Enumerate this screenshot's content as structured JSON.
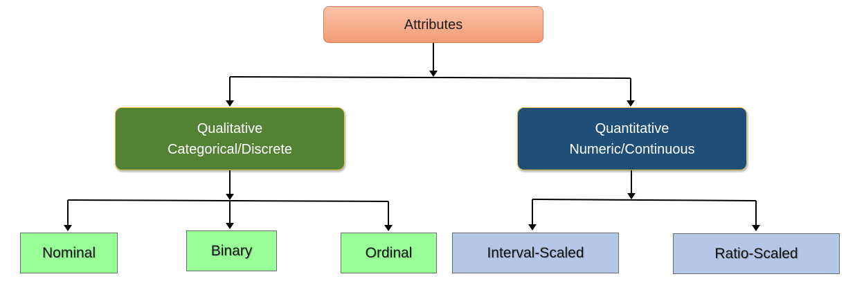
{
  "root": {
    "label": "Attributes"
  },
  "categories": {
    "qualitative": {
      "line1": "Qualitative",
      "line2": "Categorical/Discrete"
    },
    "quantitative": {
      "line1": "Quantitative",
      "line2": "Numeric/Continuous"
    }
  },
  "leaves": {
    "nominal": "Nominal",
    "binary": "Binary",
    "ordinal": "Ordinal",
    "interval_scaled": "Interval-Scaled",
    "ratio_scaled": "Ratio-Scaled"
  },
  "colors": {
    "root_fill": "#f7ae8c",
    "qualitative_fill": "#548235",
    "quantitative_fill": "#1f4e79",
    "qualitative_leaf_fill": "#99ff99",
    "quantitative_leaf_fill": "#b4c7e7",
    "category_border": "#e9c14a"
  }
}
